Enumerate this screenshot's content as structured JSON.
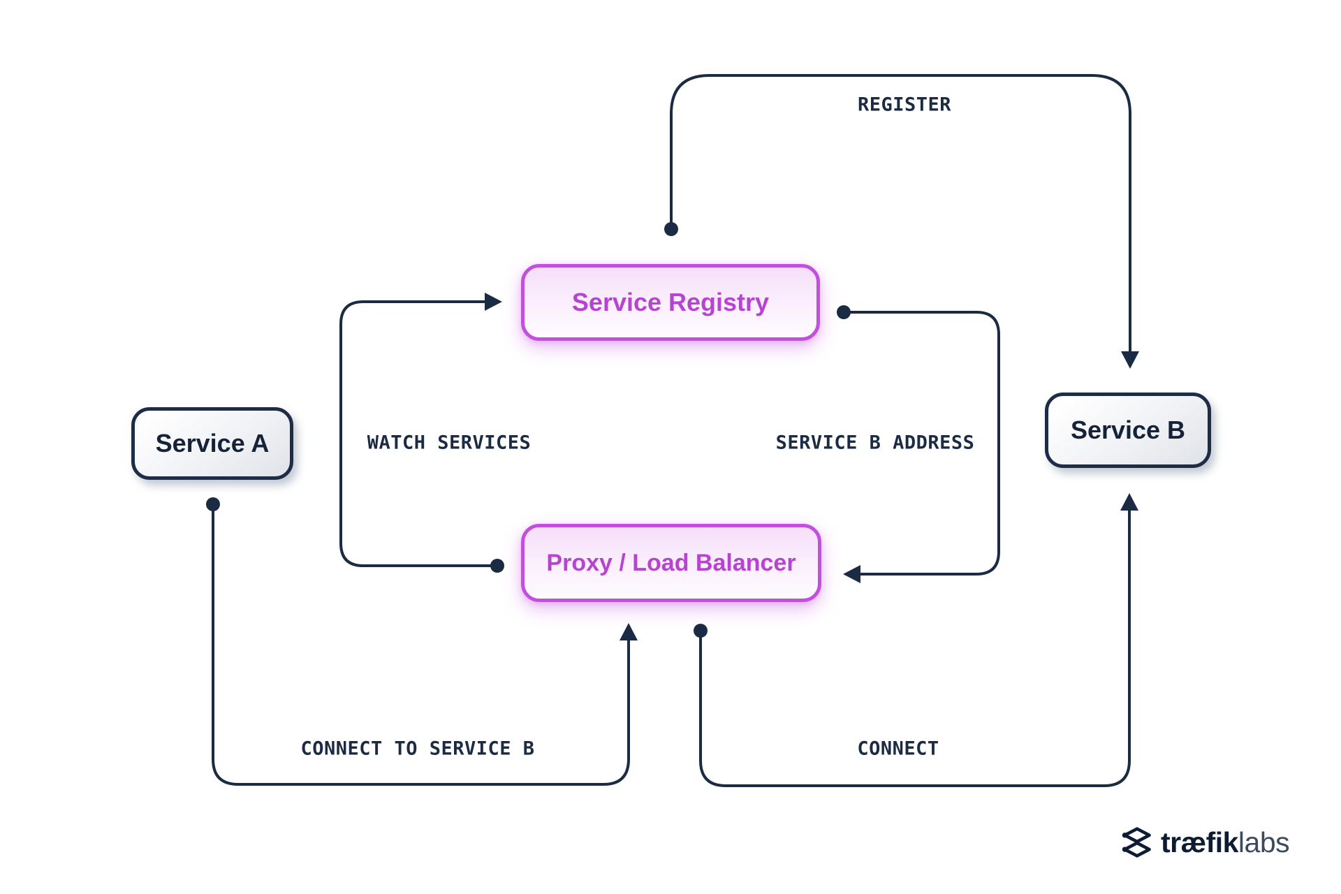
{
  "nodes": [
    {
      "id": "service-a",
      "label": "Service A",
      "style": "neutral"
    },
    {
      "id": "service-b",
      "label": "Service B",
      "style": "neutral"
    },
    {
      "id": "service-registry",
      "label": "Service Registry",
      "style": "accent"
    },
    {
      "id": "proxy-load-balancer",
      "label": "Proxy / Load Balancer",
      "style": "accent"
    }
  ],
  "edges": [
    {
      "id": "register",
      "label": "REGISTER",
      "from": "service-registry",
      "to": "service-b"
    },
    {
      "id": "watch-services",
      "label": "WATCH SERVICES",
      "from": "proxy-load-balancer",
      "to": "service-registry"
    },
    {
      "id": "service-b-address",
      "label": "SERVICE B ADDRESS",
      "from": "service-registry",
      "to": "proxy-load-balancer"
    },
    {
      "id": "connect-to-service-b",
      "label": "CONNECT TO SERVICE B",
      "from": "service-a",
      "to": "proxy-load-balancer"
    },
    {
      "id": "connect",
      "label": "CONNECT",
      "from": "proxy-load-balancer",
      "to": "service-b"
    }
  ],
  "logo": {
    "brand_bold": "træfik",
    "brand_light": "labs",
    "icon": "traefik-logo-icon"
  },
  "colors": {
    "background": "#ffffff",
    "line_navy": "#1b2b43",
    "node_border_navy": "#1e2d47",
    "node_text_navy": "#152338",
    "accent_border_purple": "#c24fdd",
    "accent_text_purple": "#b644d0",
    "accent_fill_pink": "#f5dff9"
  }
}
